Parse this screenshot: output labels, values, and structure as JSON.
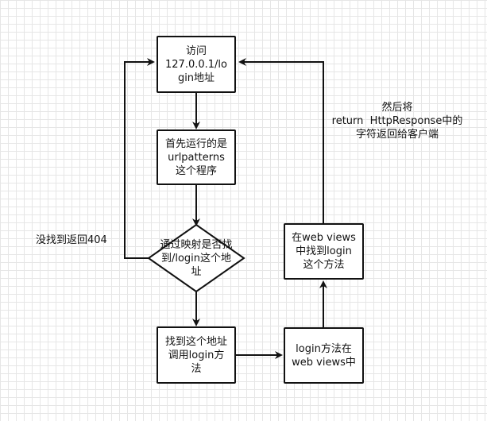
{
  "nodes": {
    "visit": [
      "访问",
      "127.0.0.1/lo",
      "gin地址"
    ],
    "urlpatterns": [
      "首先运行的是",
      "urlpatterns",
      "这个程序"
    ],
    "decision": [
      "通过映射是否找",
      "到/login这个地",
      "址"
    ],
    "found_call": [
      "找到这个地址",
      "调用login方",
      "法"
    ],
    "login_method": [
      "login方法在",
      "web views中"
    ],
    "find_in_views": [
      "在web views",
      "中找到login",
      "这个方法"
    ]
  },
  "labels": {
    "not_found": "没找到返回404",
    "return_response": [
      "然后将",
      "return  HttpResponse中的",
      "字符返回给客户端"
    ]
  }
}
